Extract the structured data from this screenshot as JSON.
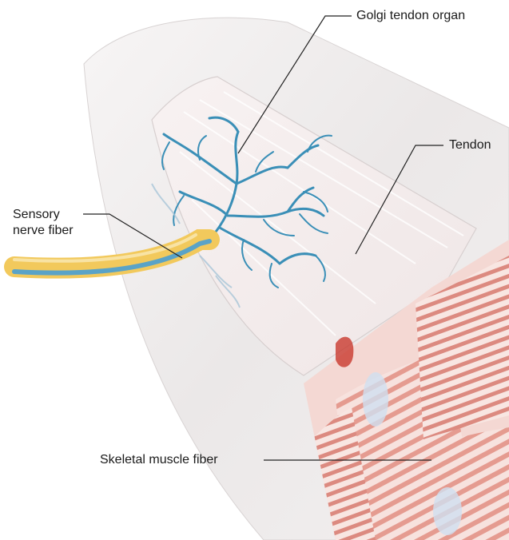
{
  "labels": {
    "golgi_tendon_organ": "Golgi tendon organ",
    "tendon": "Tendon",
    "sensory_nerve_fiber": "Sensory\nnerve fiber",
    "skeletal_muscle_fiber": "Skeletal muscle fiber"
  },
  "colors": {
    "tendon_sheath": "#e9e6e6",
    "tendon_inner": "#f4eeee",
    "golgi_organ": "#3a8fb7",
    "nerve_outer": "#f2c95c",
    "nerve_core": "#5aa3c7",
    "muscle_stripe": "#e6998f",
    "muscle_base": "#f6dcd7",
    "leader_line": "#222222"
  }
}
